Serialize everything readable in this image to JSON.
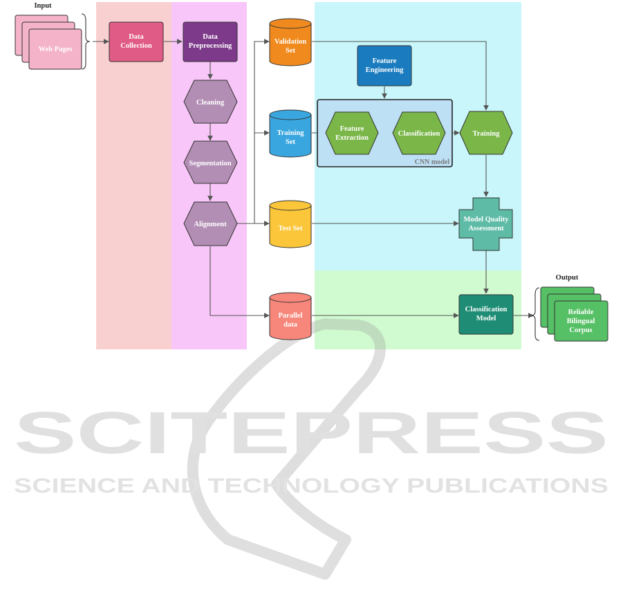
{
  "labels": {
    "input": "Input",
    "output": "Output",
    "web_pages": "Web Pages",
    "data_collection": [
      "Data",
      "Collection"
    ],
    "data_preprocessing": [
      "Data",
      "Preprocessing"
    ],
    "cleaning": "Cleaning",
    "segmentation": "Segmentation",
    "alignment": "Alignment",
    "validation_set": [
      "Validation",
      "Set"
    ],
    "training_set": [
      "Training",
      "Set"
    ],
    "test_set": "Test Set",
    "parallel_data": [
      "Parallel",
      "data"
    ],
    "feature_engineering": [
      "Feature",
      "Engineering"
    ],
    "feature_extraction": [
      "Feature",
      "Extraction"
    ],
    "classification": "Classification",
    "training": "Training",
    "cnn_model": "CNN model",
    "model_quality_assessment": [
      "Model Quality",
      "Assessment"
    ],
    "classification_model": [
      "Classification",
      "Model"
    ],
    "reliable_bilingual_corpus": [
      "Reliable",
      "Bilingual",
      "Corpus"
    ]
  },
  "watermark": {
    "line1": "SCITEPRESS",
    "line2": "SCIENCE AND TECHNOLOGY PUBLICATIONS"
  },
  "colors": {
    "lane_collection": "#f9d0d0",
    "lane_preprocessing": "#f8c6f8",
    "lane_model": "#c8f6fa",
    "lane_output": "#d0fbd0",
    "web_pages": "#f4b3c9",
    "data_collection": "#e05b85",
    "data_preprocessing": "#7d3a8a",
    "preprocess_hex": "#b28eb5",
    "validation_set": "#f08a1e",
    "training_set": "#3aa6e0",
    "test_set": "#fbc63a",
    "parallel_data": "#f7877a",
    "feature_engineering": "#1a7cbf",
    "cnn_box": "#bee0f5",
    "green_hex": "#7ab648",
    "quality_cross": "#5ebba6",
    "classification_model": "#1f8d75",
    "corpus": "#55c065"
  }
}
